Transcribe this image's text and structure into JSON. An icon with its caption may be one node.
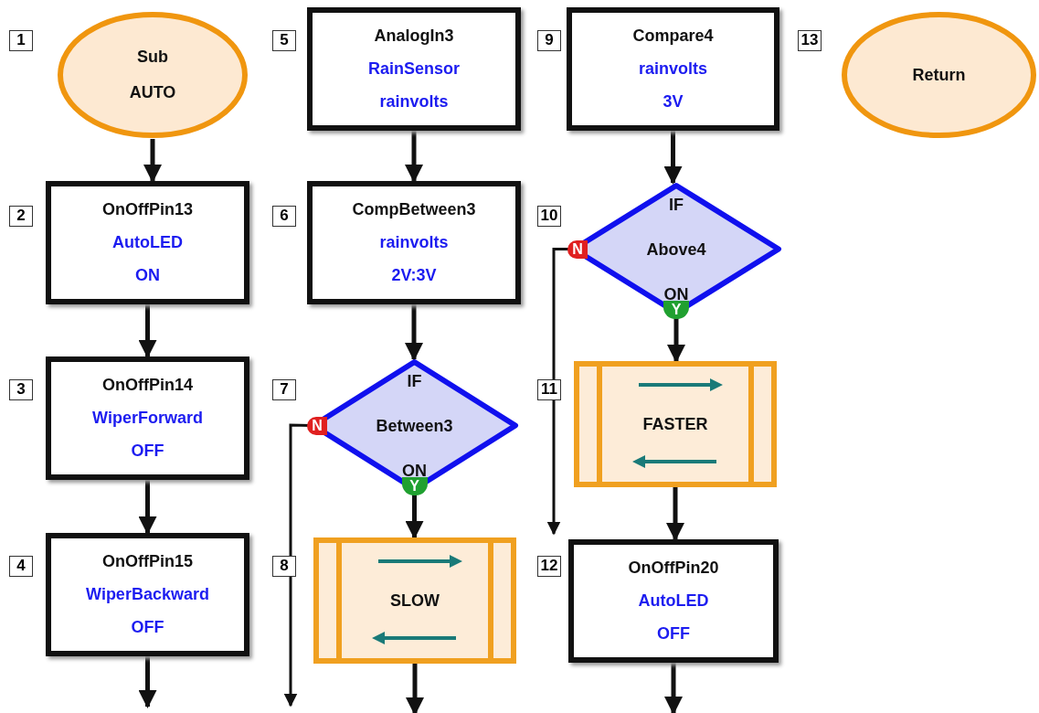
{
  "diagram": {
    "nodes": [
      {
        "text": [
          "Sub",
          "AUTO"
        ]
      },
      {
        "text": [
          "OnOffPin13",
          "AutoLED",
          "ON"
        ]
      },
      {
        "text": [
          "OnOffPin14",
          "WiperForward",
          "OFF"
        ]
      },
      {
        "text": [
          "OnOffPin15",
          "WiperBackward",
          "OFF"
        ]
      },
      {
        "text": [
          "AnalogIn3",
          "RainSensor",
          "rainvolts"
        ]
      },
      {
        "text": [
          "CompBetween3",
          "rainvolts",
          "2V:3V"
        ]
      },
      {
        "text": [
          "IF",
          "Between3",
          "ON"
        ]
      },
      {
        "text": [
          "SLOW"
        ]
      },
      {
        "text": [
          "Compare4",
          "rainvolts",
          "3V"
        ]
      },
      {
        "text": [
          "IF",
          "Above4",
          "ON"
        ]
      },
      {
        "text": [
          "FASTER"
        ]
      },
      {
        "text": [
          "OnOffPin20",
          "AutoLED",
          "OFF"
        ]
      },
      {
        "text": [
          "Return"
        ]
      }
    ],
    "edges": [
      {
        "from": 0,
        "to": 1,
        "arrow": "to"
      },
      {
        "from": 1,
        "to": 2,
        "arrow": "to"
      },
      {
        "from": 2,
        "to": 3,
        "arrow": "to"
      },
      {
        "from": 3,
        "to": null,
        "arrow": "to"
      },
      {
        "from": 4,
        "to": 5,
        "arrow": "to"
      },
      {
        "from": 5,
        "to": 6,
        "arrow": "to"
      },
      {
        "from": 6,
        "to": 7,
        "arrow": "to",
        "label": "Y"
      },
      {
        "from": 6,
        "to": null,
        "arrow": "to",
        "label": "N"
      },
      {
        "from": 7,
        "to": null,
        "arrow": "to"
      },
      {
        "from": 8,
        "to": 9,
        "arrow": "to"
      },
      {
        "from": 9,
        "to": 10,
        "arrow": "to",
        "label": "Y"
      },
      {
        "from": 9,
        "to": 11,
        "arrow": "to",
        "label": "N"
      },
      {
        "from": 10,
        "to": 11,
        "arrow": "to"
      },
      {
        "from": 11,
        "to": null,
        "arrow": "to"
      }
    ],
    "labels": [
      "1",
      "5",
      "9",
      "13",
      "2",
      "6",
      "10",
      "3",
      "7",
      "11",
      "4",
      "8",
      "12"
    ]
  }
}
